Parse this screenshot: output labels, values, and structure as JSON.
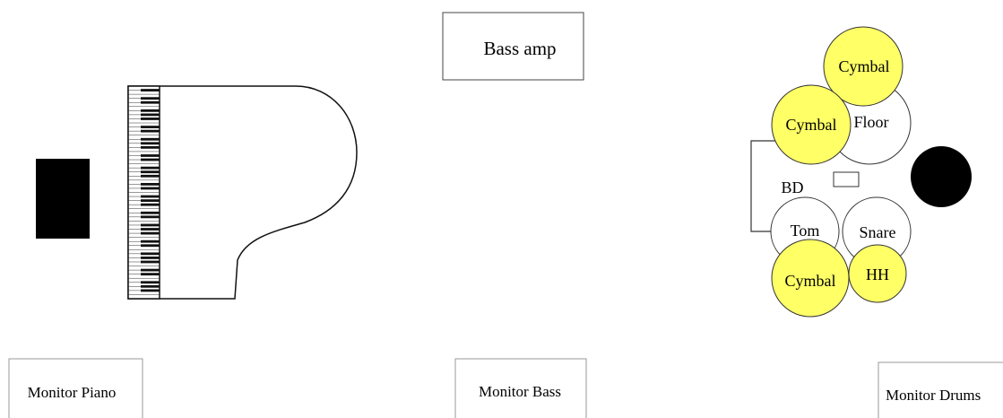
{
  "labels": {
    "bass_amp": "Bass amp",
    "monitor_piano": "Monitor Piano",
    "monitor_bass": "Monitor Bass",
    "monitor_drums": "Monitor Drums"
  },
  "drums": {
    "cymbal_top": "Cymbal",
    "cymbal_left": "Cymbal",
    "floor": "Floor",
    "bass_drum": "BD",
    "tom": "Tom",
    "snare": "Snare",
    "cymbal_bottom": "Cymbal",
    "hihat": "HH"
  },
  "colors": {
    "cymbal_fill": "#ffff66",
    "drum_fill": "#ffffff",
    "stroke": "#222222",
    "black": "#000000"
  }
}
